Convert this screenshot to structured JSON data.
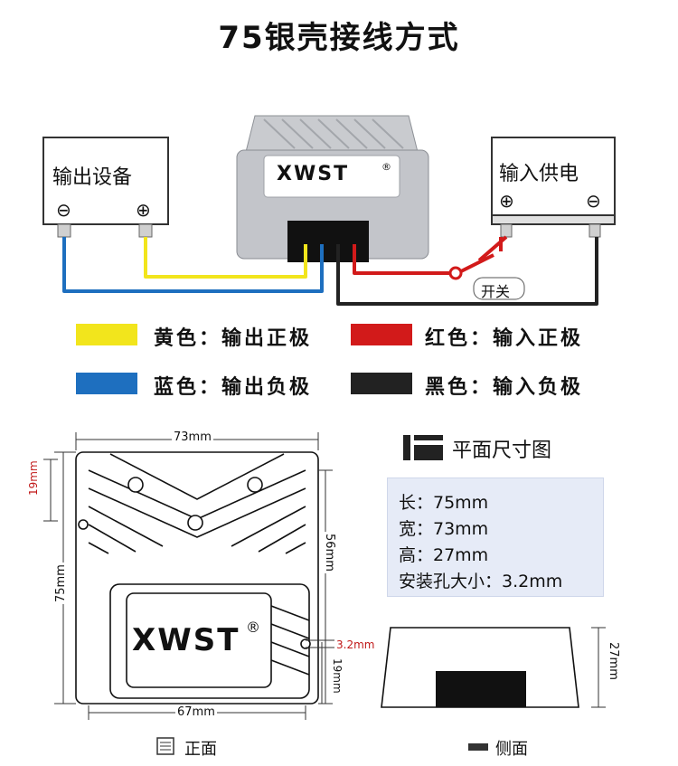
{
  "title": "75银壳接线方式",
  "wiring": {
    "output_device": {
      "label": "输出设备",
      "minus": "⊖",
      "plus": "⊕"
    },
    "input_power": {
      "label": "输入供电",
      "plus": "⊕",
      "minus": "⊖"
    },
    "brand": "XWST",
    "registered": "®",
    "switch_label": "开关"
  },
  "legend": [
    {
      "color": "#f2e51c",
      "text": "黄色：输出正极"
    },
    {
      "color": "#d21a1a",
      "text": "红色：输入正极"
    },
    {
      "color": "#1e6fbf",
      "text": "蓝色：输出负极"
    },
    {
      "color": "#222222",
      "text": "黑色：输入负极"
    }
  ],
  "dimensions_title": "平面尺寸图",
  "specs": [
    "长：75mm",
    "宽：73mm",
    "高：27mm",
    "安装孔大小：3.2mm"
  ],
  "dims": {
    "top_width": "73mm",
    "bottom_width": "67mm",
    "left_top": "19mm",
    "left_height": "75mm",
    "right_height": "56mm",
    "hole": "3.2mm",
    "right_bottom": "19mm",
    "side_height": "27mm"
  },
  "views": {
    "front": "正面",
    "side": "侧面"
  },
  "colors": {
    "yellow": "#f2e51c",
    "red": "#d21a1a",
    "blue": "#1e6fbf",
    "black": "#222222",
    "red_dim": "#c01818"
  }
}
